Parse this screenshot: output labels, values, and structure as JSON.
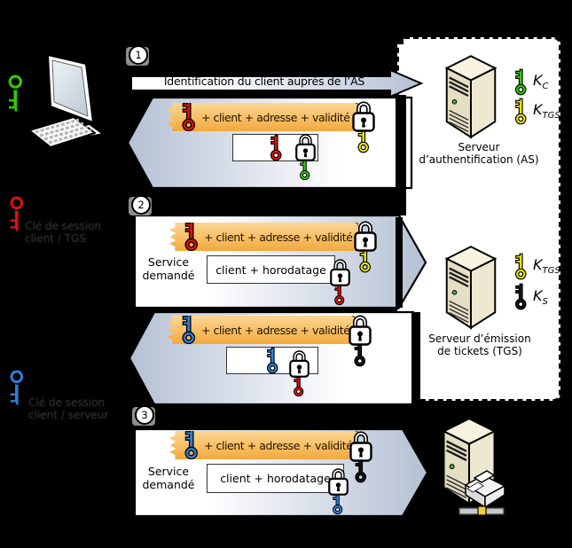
{
  "steps": [
    {
      "number": "1"
    },
    {
      "number": "2"
    },
    {
      "number": "3"
    }
  ],
  "messages": {
    "auth_request": "Identification du client auprès de l’AS",
    "ticket_label": "+ client + adresse + validité",
    "authenticator_label": "client + horodatage",
    "service_request": "Service demandé"
  },
  "client": {
    "session_key_tgs": {
      "line1": "Clé de session",
      "line2": "client / TGS"
    },
    "session_key_service": {
      "line1": "Clé de session",
      "line2": "client / serveur"
    }
  },
  "servers": {
    "as": {
      "name_line1": "Serveur",
      "name_line2": "d’authentification (AS)",
      "keys": [
        {
          "symbol": "K",
          "subscript": "C"
        },
        {
          "symbol": "K",
          "subscript": "TGS"
        }
      ]
    },
    "tgs": {
      "name_line1": "Serveur d’émission",
      "name_line2": "de tickets (TGS)",
      "keys": [
        {
          "symbol": "K",
          "subscript": "TGS"
        },
        {
          "symbol": "K",
          "subscript": "S"
        }
      ]
    }
  },
  "colors": {
    "background": "#000000",
    "arrow_light": "#ffffff",
    "arrow_dark": "#b4c0d4",
    "ticket_top": "#fcd794",
    "ticket_bottom": "#f2a93e",
    "key_green": "#2fcc00",
    "key_yellow": "#e8e400",
    "key_red": "#dd1010",
    "key_blue": "#2e7fd6",
    "key_black": "#141414"
  }
}
